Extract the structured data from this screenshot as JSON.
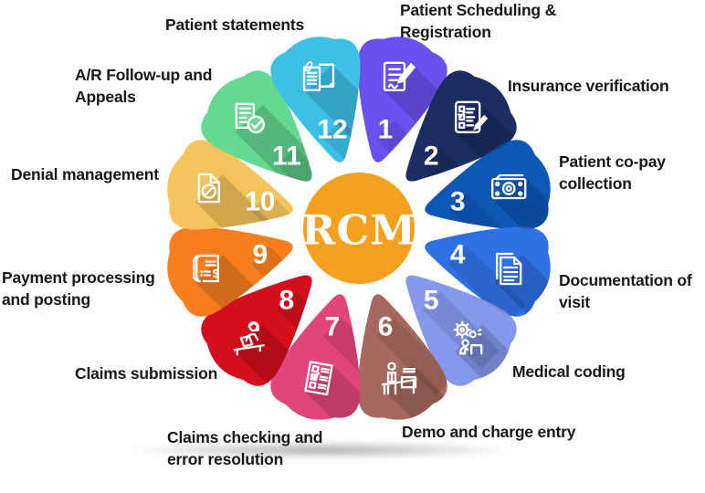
{
  "center": {
    "label": "RCM",
    "color": "#F6A01F",
    "text_color": "#FFFFFF"
  },
  "segments": [
    {
      "num": "1",
      "label": "Patient Scheduling &\nRegistration",
      "color": "#6B50EF",
      "icon": "document-pen"
    },
    {
      "num": "2",
      "label": "Insurance verification",
      "color": "#1B2D61",
      "icon": "checklist-pencil"
    },
    {
      "num": "3",
      "label": "Patient co-pay\ncollection",
      "color": "#0E57B7",
      "icon": "banknote"
    },
    {
      "num": "4",
      "label": "Documentation of\nvisit",
      "color": "#2F70E4",
      "icon": "document"
    },
    {
      "num": "5",
      "label": "Medical coding",
      "color": "#8598EC",
      "icon": "coding-gears"
    },
    {
      "num": "6",
      "label": "Demo and charge entry",
      "color": "#A5695F",
      "icon": "charge-entry-desk"
    },
    {
      "num": "7",
      "label": "Claims checking and\nerror resolution",
      "color": "#E0457B",
      "icon": "form-checklist"
    },
    {
      "num": "8",
      "label": "Claims submission",
      "color": "#D30F1D",
      "icon": "agent-laptop"
    },
    {
      "num": "9",
      "label": "Payment processing\nand posting",
      "color": "#F67E1E",
      "icon": "invoice-dollar"
    },
    {
      "num": "10",
      "label": "Denial management",
      "color": "#F5C45C",
      "icon": "document-denied"
    },
    {
      "num": "11",
      "label": "A/R Follow-up and\nAppeals",
      "color": "#65D892",
      "icon": "document-check"
    },
    {
      "num": "12",
      "label": "Patient statements",
      "color": "#3CC0E6",
      "icon": "statement-paperclip"
    }
  ]
}
